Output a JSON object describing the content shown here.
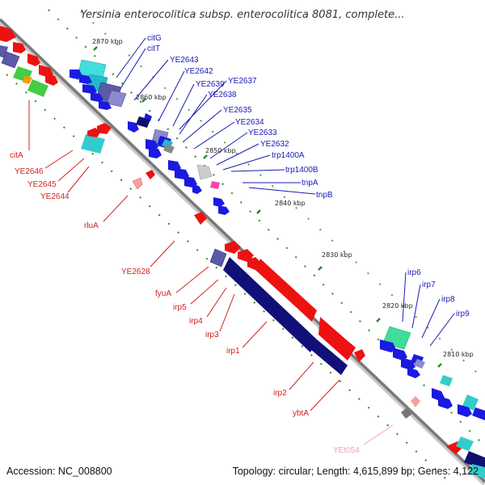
{
  "title": "Yersinia enterocolitica subsp. enterocolitica 8081, complete...",
  "footer": {
    "accession": "Accession: NC_008800",
    "topology": "Topology: circular; Length: 4,615,899 bp; Genes: 4,122"
  },
  "colors": {
    "forward_label": "#1a1ab4",
    "reverse_label": "#d42020",
    "rna_label": "#f0a0c8",
    "ruler_tick": "#2a8a2a"
  },
  "ruler": [
    {
      "label": "2870 kbp"
    },
    {
      "label": "2860 kbp"
    },
    {
      "label": "2850 kbp"
    },
    {
      "label": "2840 kbp"
    },
    {
      "label": "2830 kbp"
    },
    {
      "label": "2820 kbp"
    },
    {
      "label": "2810 kbp"
    }
  ],
  "labels": {
    "forward": [
      "citG",
      "citT",
      "YE2643",
      "YE2642",
      "YE2639",
      "YE2637",
      "YE2638",
      "YE2635",
      "YE2634",
      "YE2633",
      "YE2632",
      "trp1400A",
      "trp1400B",
      "tnpA",
      "tnpB",
      "irp6",
      "irp7",
      "irp8",
      "irp9"
    ],
    "reverse": [
      "citA",
      "YE2646",
      "YE2645",
      "YE2644",
      "rluA",
      "YE2628",
      "fyuA",
      "irp5",
      "irp4",
      "irp3",
      "irp1",
      "irp2",
      "ybtA"
    ],
    "rna": [
      "YEt054"
    ]
  }
}
